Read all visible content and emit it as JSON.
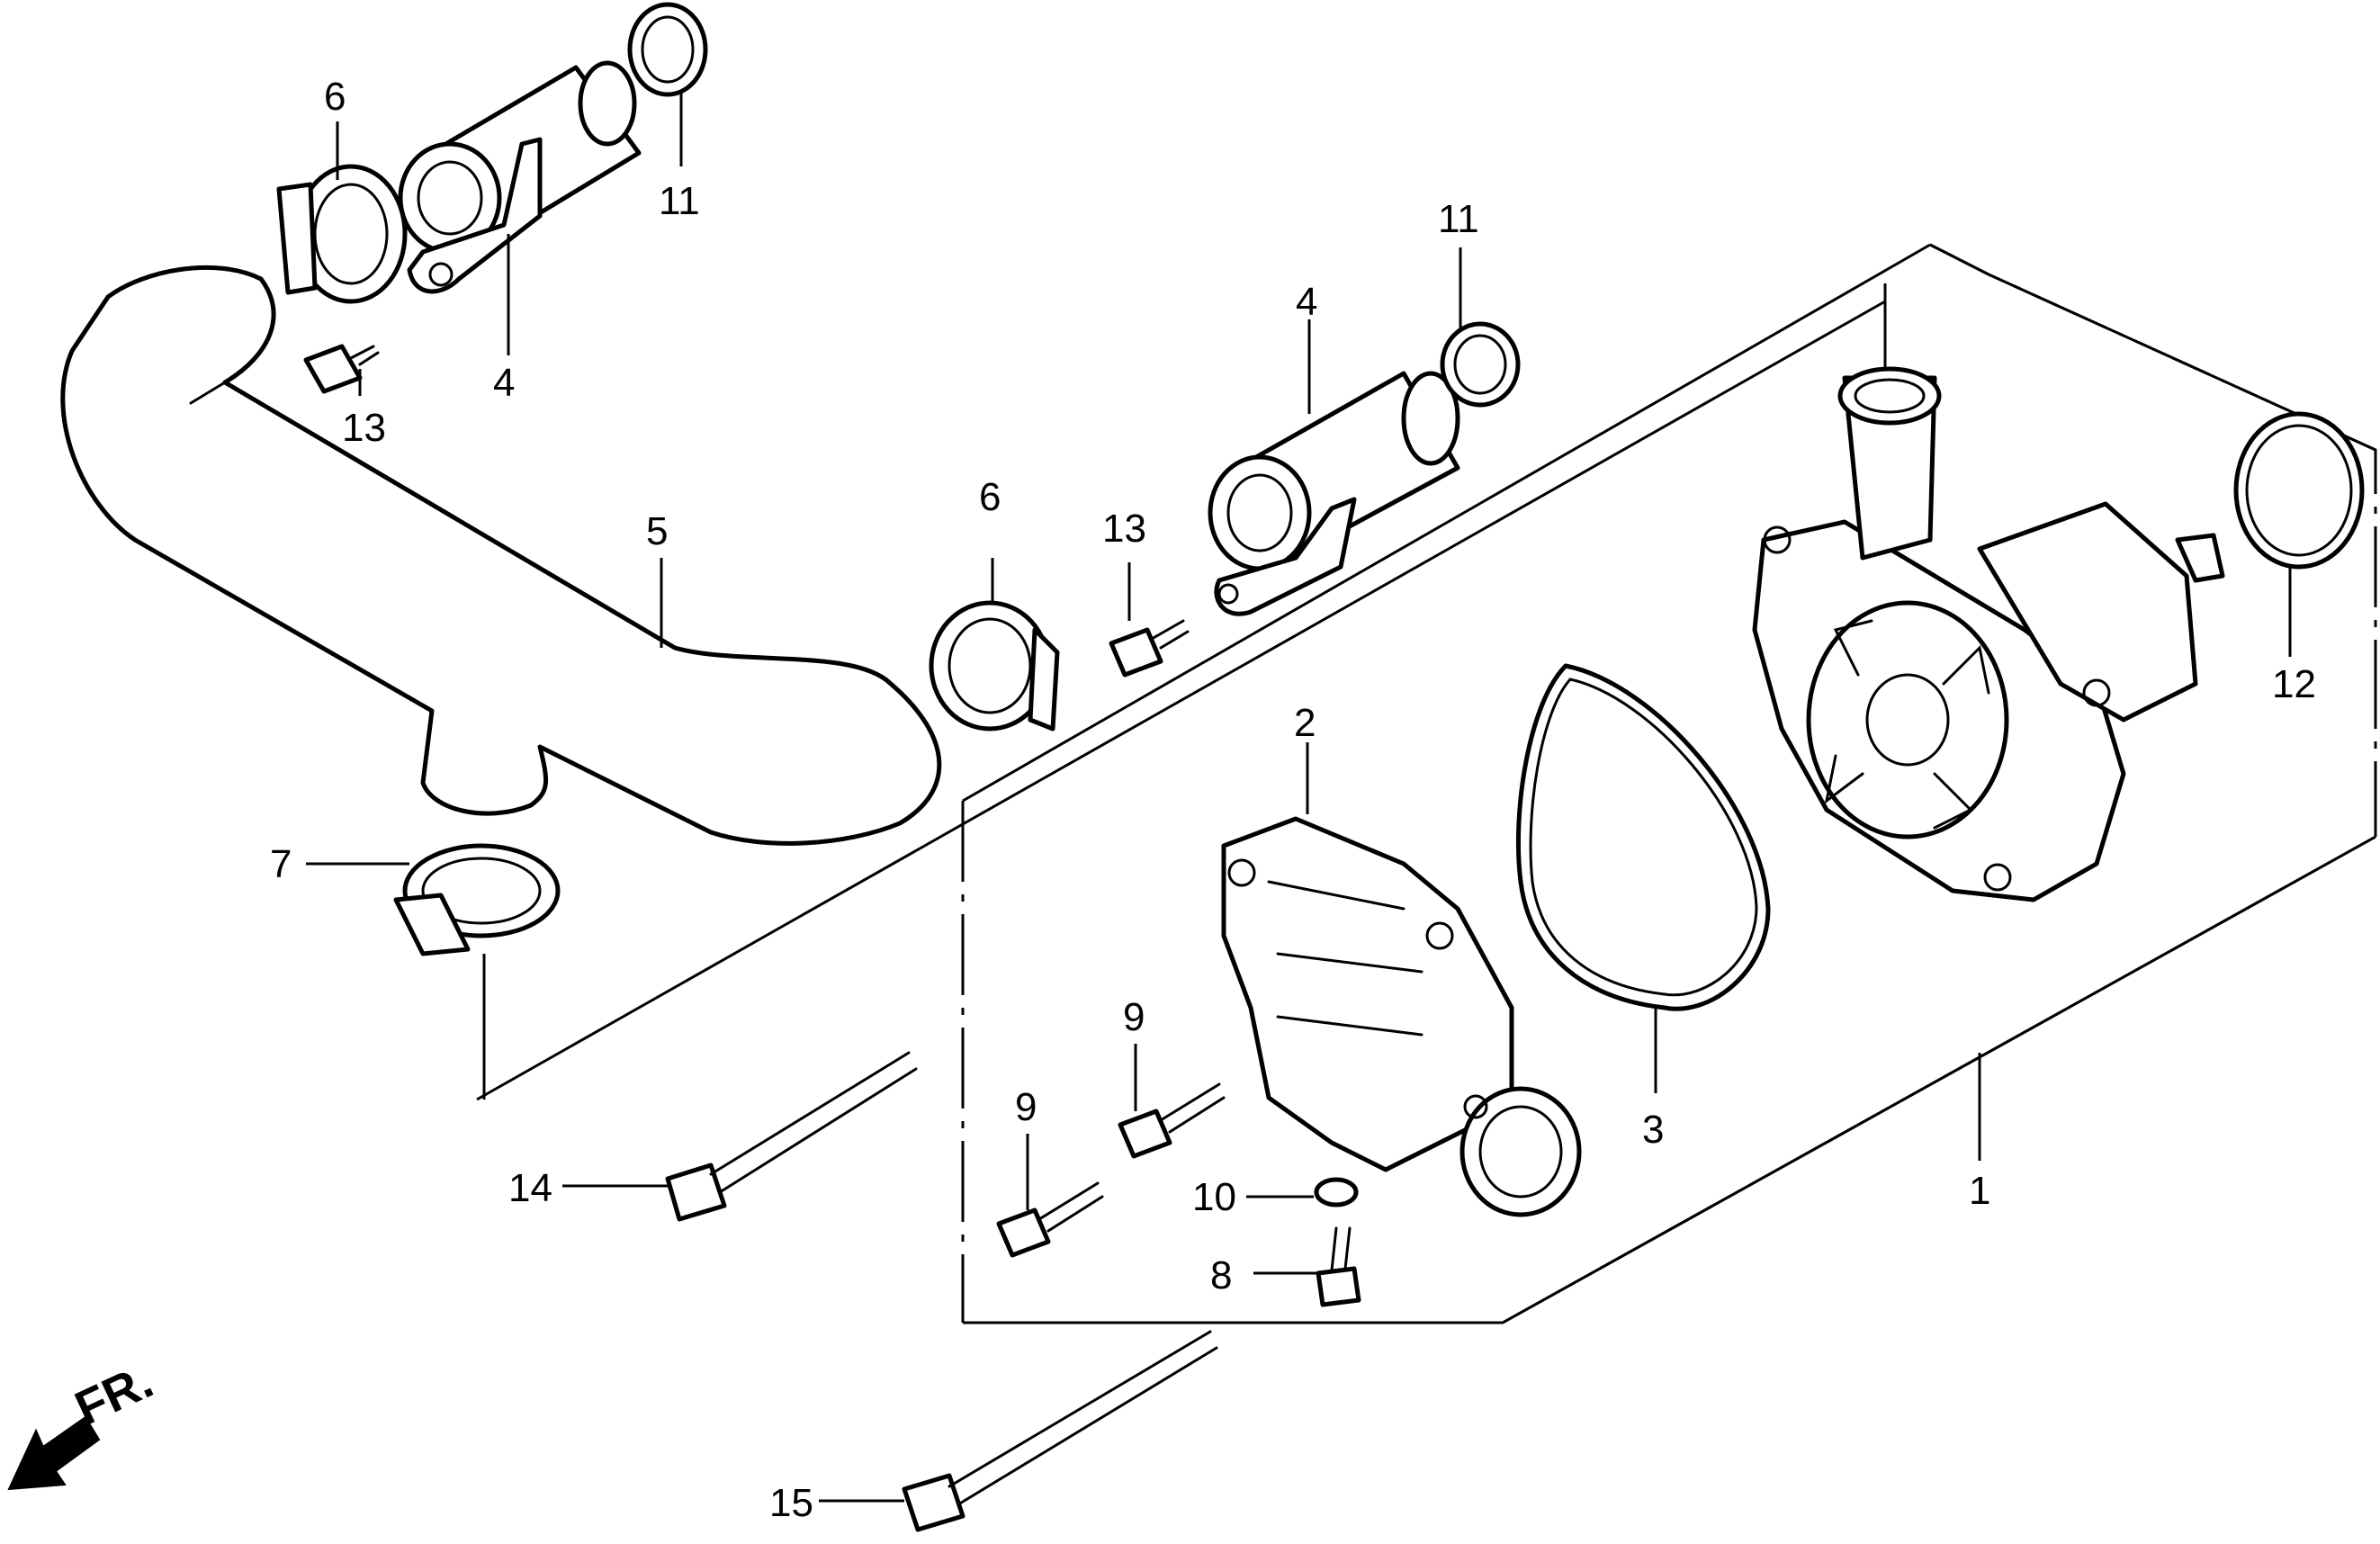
{
  "callouts": {
    "c1": "1",
    "c2": "2",
    "c3": "3",
    "c4a": "4",
    "c4b": "4",
    "c5": "5",
    "c6a": "6",
    "c6b": "6",
    "c7": "7",
    "c8": "8",
    "c9a": "9",
    "c9b": "9",
    "c10": "10",
    "c11a": "11",
    "c11b": "11",
    "c12": "12",
    "c13a": "13",
    "c13b": "13",
    "c14": "14",
    "c15": "15"
  },
  "direction": {
    "label": "FR."
  },
  "icons": {
    "direction_arrow": "front-direction-arrow-icon"
  },
  "colors": {
    "line": "#000000",
    "background": "#ffffff"
  }
}
